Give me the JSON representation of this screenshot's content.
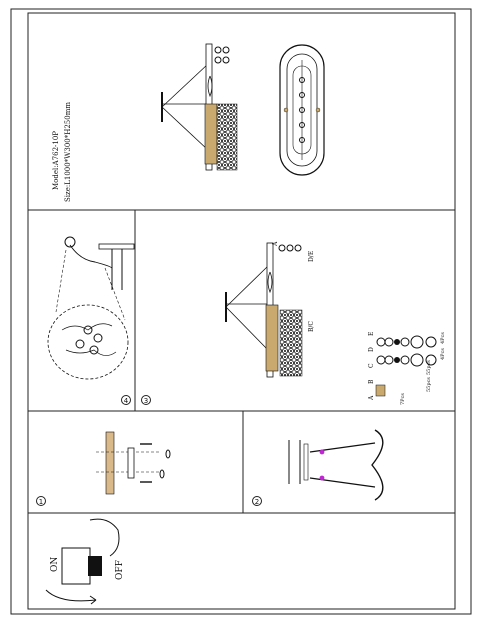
{
  "model": "Model:A762-10P",
  "size": "Size:L1000*W300*H250mm",
  "steps": {
    "step1": "1",
    "step2": "2",
    "step3": "3",
    "step4": "4"
  },
  "switch": {
    "on": "ON",
    "off": "OFF"
  },
  "assembly": {
    "label_a": "A",
    "label_de": "D/E",
    "label_bc": "B/C"
  },
  "legend": {
    "letters": [
      "A",
      "B",
      "C",
      "D",
      "E"
    ],
    "counts": [
      "7Pcs",
      "55pcs",
      "55pcs",
      "4Pcs",
      "4Pcs"
    ]
  }
}
